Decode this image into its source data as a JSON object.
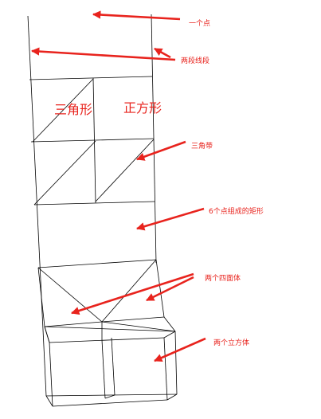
{
  "labels": {
    "point": "一个点",
    "two_segments": "两段线段",
    "triangle": "三角形",
    "square": "正方形",
    "triangle_strip": "三角带",
    "rect_six_points": "6个点组成的矩形",
    "two_tetrahedra": "两个四面体",
    "two_cubes": "两个立方体"
  },
  "colors": {
    "line": "#000000",
    "arrow": "#e8231d",
    "text": "#e8231d"
  }
}
